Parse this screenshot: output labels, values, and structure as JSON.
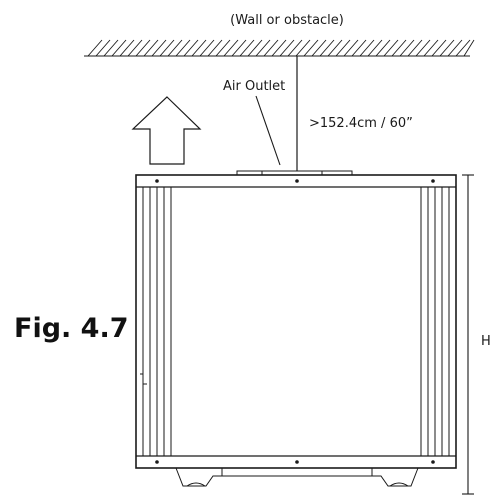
{
  "labels": {
    "wall": "(Wall or obstacle)",
    "air_outlet": "Air Outlet",
    "clearance": ">152.4cm / 60”",
    "figure": "Fig. 4.7",
    "height": "H"
  },
  "icons": {
    "airflow": "up-arrow-icon"
  },
  "colors": {
    "line": "#1a1a1a",
    "background": "#ffffff"
  }
}
